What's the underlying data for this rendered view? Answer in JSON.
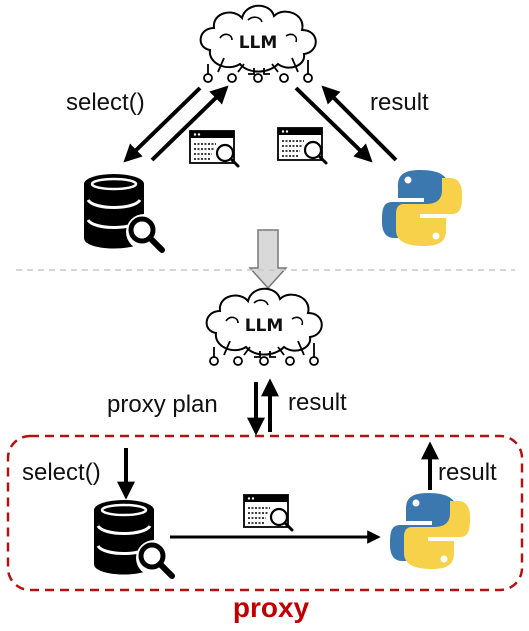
{
  "top": {
    "llm_label": "LLM",
    "select_label": "select()",
    "result_label": "result"
  },
  "bottom": {
    "llm_label": "LLM",
    "proxy_plan_label": "proxy plan",
    "result_label": "result",
    "select_label": "select()",
    "result_right_label": "result",
    "proxy_label": "proxy"
  },
  "colors": {
    "proxy_border": "#b11212",
    "proxy_text": "#c00000",
    "python_blue": "#3b78b0",
    "python_yellow": "#f7d14a",
    "flow_arrow_fill": "#d9d9d9"
  },
  "icons": [
    "llm-cloud-icon",
    "database-search-icon",
    "python-icon",
    "document-search-icon",
    "down-arrow-icon"
  ]
}
